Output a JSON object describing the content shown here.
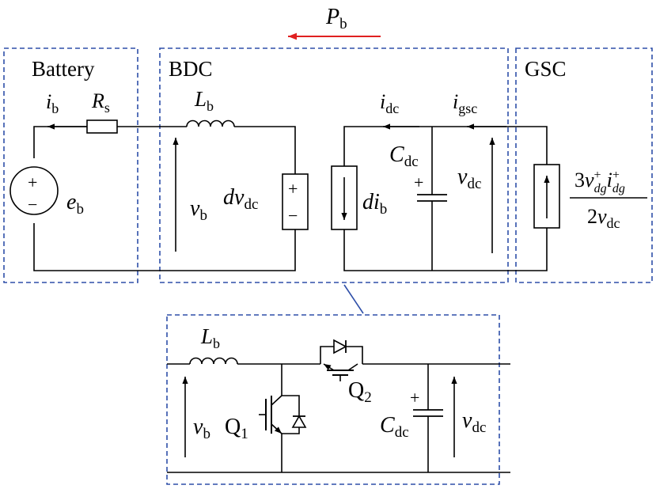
{
  "power_flow": {
    "symbol": "P",
    "subscript": "b",
    "color": "#e02020"
  },
  "sections": {
    "battery": "Battery",
    "bdc": "BDC",
    "gsc": "GSC"
  },
  "battery": {
    "current_sym": "i",
    "current_sub": "b",
    "res_sym": "R",
    "res_sub": "s",
    "emf_sym": "e",
    "emf_sub": "b"
  },
  "bdc": {
    "ind_sym": "L",
    "ind_sub": "b",
    "volt_sym": "v",
    "volt_sub": "b",
    "src_prefix": "d",
    "src_sym": "v",
    "src_sub": "dc",
    "isrc_prefix": "d",
    "isrc_sym": "i",
    "isrc_sub": "b",
    "idc_sym": "i",
    "idc_sub": "dc",
    "cap_sym": "C",
    "cap_sub": "dc",
    "vdc_sym": "v",
    "vdc_sub": "dc"
  },
  "gsc": {
    "current_sym": "i",
    "current_sub": "gsc",
    "num_coef": "3",
    "num_v": "v",
    "num_v_sub": "dg",
    "num_v_sup": "+",
    "num_i": "i",
    "num_i_sub": "dg",
    "num_i_sup": "+",
    "den_coef": "2",
    "den_v": "v",
    "den_sub": "dc"
  },
  "detail": {
    "ind_sym": "L",
    "ind_sub": "b",
    "vb_sym": "v",
    "vb_sub": "b",
    "q1": "Q",
    "q1_sub": "1",
    "q2": "Q",
    "q2_sub": "2",
    "cap_sym": "C",
    "cap_sub": "dc",
    "vdc_sym": "v",
    "vdc_sub": "dc"
  },
  "symbols": {
    "plus": "+",
    "minus": "−"
  },
  "colors": {
    "dashed_box": "#2e4fa8",
    "arrow": "#e02020"
  }
}
